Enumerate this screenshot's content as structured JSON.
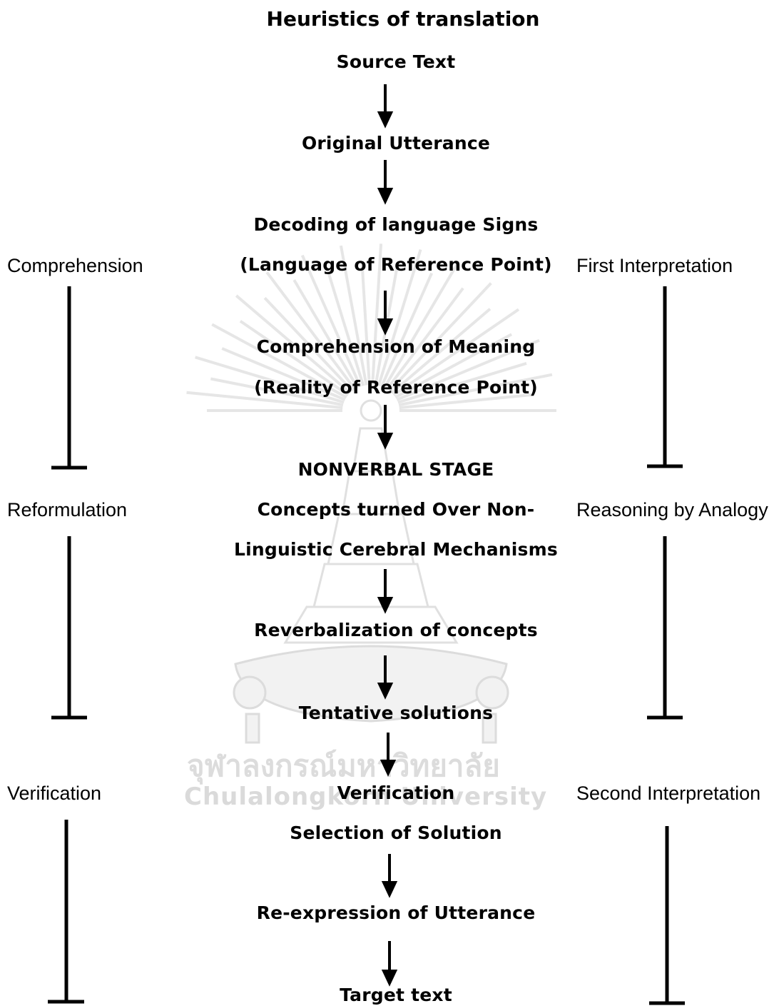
{
  "title": "Heuristics of translation",
  "flow": [
    {
      "id": "source-text",
      "label": "Source Text"
    },
    {
      "id": "original-utterance",
      "label": "Original Utterance"
    },
    {
      "id": "decoding",
      "label": "Decoding of language Signs"
    },
    {
      "id": "decoding-sub",
      "label": "(Language of Reference Point)"
    },
    {
      "id": "comprehension-meaning",
      "label": "Comprehension of Meaning"
    },
    {
      "id": "comprehension-sub",
      "label": "(Reality of Reference Point)"
    },
    {
      "id": "nonverbal",
      "label": "NONVERBAL STAGE"
    },
    {
      "id": "concepts-1",
      "label": "Concepts turned Over Non-"
    },
    {
      "id": "concepts-2",
      "label": "Linguistic Cerebral Mechanisms"
    },
    {
      "id": "reverbalization",
      "label": "Reverbalization of concepts"
    },
    {
      "id": "tentative",
      "label": "Tentative solutions"
    },
    {
      "id": "verification-center",
      "label": "Verification"
    },
    {
      "id": "selection",
      "label": "Selection of Solution"
    },
    {
      "id": "re-expression",
      "label": "Re-expression of Utterance"
    },
    {
      "id": "target",
      "label": "Target text"
    }
  ],
  "left_phases": [
    "Comprehension",
    "Reformulation",
    "Verification"
  ],
  "right_phases": [
    "First Interpretation",
    "Reasoning by Analogy",
    "Second Interpretation"
  ],
  "watermark": {
    "thai": "จุฬาลงกรณ์มหาวิทยาลัย",
    "english": "Chulalongkorn University"
  }
}
